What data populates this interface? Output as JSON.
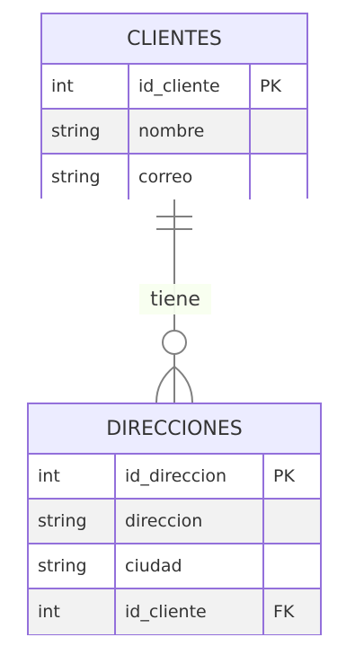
{
  "entities": {
    "clientes": {
      "name": "CLIENTES",
      "attributes": [
        {
          "type": "int",
          "name": "id_cliente",
          "key": "PK"
        },
        {
          "type": "string",
          "name": "nombre",
          "key": ""
        },
        {
          "type": "string",
          "name": "correo",
          "key": ""
        }
      ]
    },
    "direcciones": {
      "name": "DIRECCIONES",
      "attributes": [
        {
          "type": "int",
          "name": "id_direccion",
          "key": "PK"
        },
        {
          "type": "string",
          "name": "direccion",
          "key": ""
        },
        {
          "type": "string",
          "name": "ciudad",
          "key": ""
        },
        {
          "type": "int",
          "name": "id_cliente",
          "key": "FK"
        }
      ]
    }
  },
  "relationship": {
    "label": "tiene",
    "from": "CLIENTES",
    "to": "DIRECCIONES",
    "from_cardinality": "exactly-one",
    "to_cardinality": "zero-or-more"
  },
  "colors": {
    "entity_border": "#9370DB",
    "entity_header": "#ECECFF",
    "row_alt": "#f2f2f2",
    "line": "#808080",
    "label_bg": "#F8FFF0",
    "text": "#333333"
  }
}
